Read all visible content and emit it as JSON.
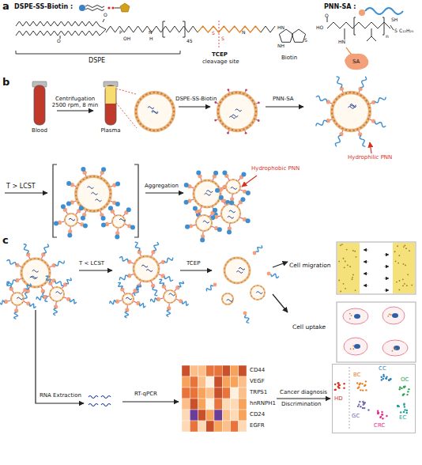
{
  "diagram": {
    "nodes": [
      {
        "text": [
          "Blood"
        ]
      },
      {
        "text": [
          "Plasma"
        ]
      },
      {
        "text": [
          "CD44",
          "VEGF",
          "TRPS1",
          "hnRNPH1",
          "CD24",
          "EGFR"
        ]
      },
      {
        "text": [
          "HD",
          "BC",
          "CC",
          "OC",
          "GC",
          "EC",
          "CRC"
        ]
      },
      {
        "text": [
          "Cell migration"
        ]
      },
      {
        "text": [
          "Cell uptake"
        ]
      }
    ],
    "edges": [
      {
        "from": 0,
        "to": 1,
        "arrow": "to",
        "label": "Centrifugation 2500 rpm, 8 min"
      },
      {
        "from": 2,
        "to": 3,
        "arrow": "to",
        "label": "Cancer diagnosis"
      }
    ],
    "labels": [
      "a",
      "DSPE-SS-Biotin :",
      "PNN-SA :",
      "DSPE",
      "TCEP",
      "cleavage site",
      "Biotin",
      "SA",
      "O",
      "O",
      "P",
      "OH",
      "N",
      "H",
      "45",
      "S",
      "S",
      "N",
      "HN",
      "NH",
      "S",
      "HO",
      "O",
      "HN",
      "n",
      "SH",
      "S",
      "C₁₂H₂₅",
      "b",
      "DSPE-SS-Biotin",
      "PNN-SA",
      "Hydrophilic PNN",
      "T > LCST",
      "Aggregation",
      "Hydrophobic PNN",
      "c",
      "T < LCST",
      "TCEP",
      "RNA Extraction",
      "RT-qPCR",
      "Discrimination"
    ]
  }
}
